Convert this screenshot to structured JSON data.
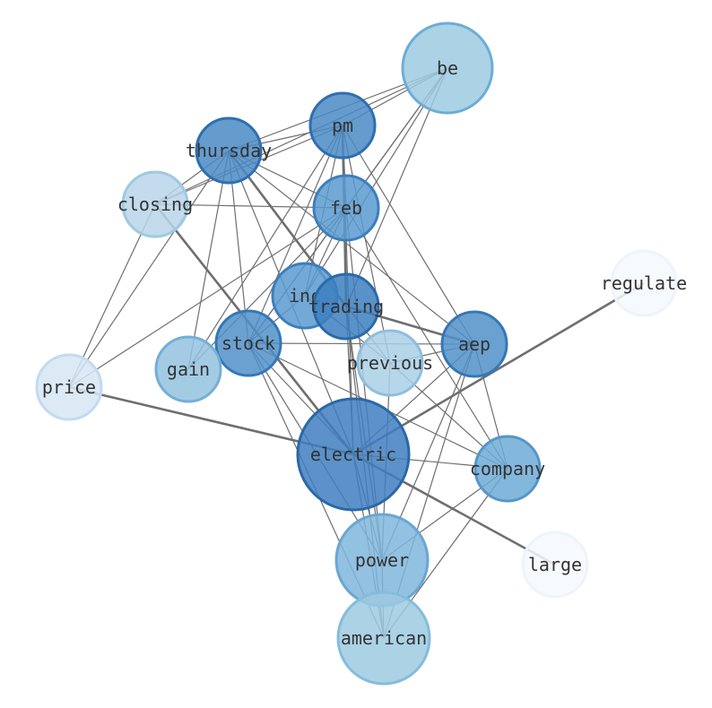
{
  "nodes": [
    {
      "id": "be",
      "label": "be",
      "color": "#9ecae1",
      "border": "#6baed6"
    },
    {
      "id": "pm",
      "label": "pm",
      "color": "#4a89c4",
      "border": "#2f6fb0"
    },
    {
      "id": "thursday",
      "label": "thursday",
      "color": "#4a89c4",
      "border": "#2f6fb0"
    },
    {
      "id": "closing",
      "label": "closing",
      "color": "#b8d5e9",
      "border": "#9ecae1"
    },
    {
      "id": "feb",
      "label": "feb",
      "color": "#5a9ad0",
      "border": "#3d7fbd"
    },
    {
      "id": "regulate",
      "label": "regulate",
      "color": "#f4f8fd",
      "border": "#eef4fb"
    },
    {
      "id": "inc",
      "label": "inc",
      "color": "#5a9ad0",
      "border": "#3d7fbd"
    },
    {
      "id": "trading",
      "label": "trading",
      "color": "#3c7fc0",
      "border": "#2a6aa8"
    },
    {
      "id": "stock",
      "label": "stock",
      "color": "#5090c9",
      "border": "#3578b6"
    },
    {
      "id": "aep",
      "label": "aep",
      "color": "#5090c9",
      "border": "#3578b6"
    },
    {
      "id": "gain",
      "label": "gain",
      "color": "#93c2df",
      "border": "#74afd6"
    },
    {
      "id": "previous",
      "label": "previous",
      "color": "#a9cfe6",
      "border": "#90bedd"
    },
    {
      "id": "price",
      "label": "price",
      "color": "#d6e6f5",
      "border": "#c4daef"
    },
    {
      "id": "electric",
      "label": "electric",
      "color": "#3f7fbf",
      "border": "#2b68a8"
    },
    {
      "id": "company",
      "label": "company",
      "color": "#6eaad6",
      "border": "#5597c9"
    },
    {
      "id": "power",
      "label": "power",
      "color": "#7fb6dc",
      "border": "#6aa6d2"
    },
    {
      "id": "large",
      "label": "large",
      "color": "#f4f8fd",
      "border": "#eef4fb"
    },
    {
      "id": "american",
      "label": "american",
      "color": "#9ecae1",
      "border": "#86bcdc"
    }
  ],
  "edges": [
    [
      "be",
      "pm"
    ],
    [
      "be",
      "thursday"
    ],
    [
      "be",
      "closing"
    ],
    [
      "be",
      "feb"
    ],
    [
      "be",
      "inc"
    ],
    [
      "be",
      "trading"
    ],
    [
      "be",
      "stock"
    ],
    [
      "pm",
      "thursday"
    ],
    [
      "pm",
      "closing"
    ],
    [
      "pm",
      "feb"
    ],
    [
      "pm",
      "inc"
    ],
    [
      "pm",
      "trading"
    ],
    [
      "pm",
      "stock"
    ],
    [
      "pm",
      "aep"
    ],
    [
      "pm",
      "gain"
    ],
    [
      "pm",
      "previous"
    ],
    [
      "pm",
      "electric"
    ],
    [
      "thursday",
      "closing"
    ],
    [
      "thursday",
      "feb"
    ],
    [
      "thursday",
      "trading"
    ],
    [
      "thursday",
      "stock"
    ],
    [
      "thursday",
      "gain"
    ],
    [
      "thursday",
      "previous"
    ],
    [
      "thursday",
      "electric"
    ],
    [
      "thursday",
      "aep"
    ],
    [
      "thursday",
      "price"
    ],
    [
      "closing",
      "feb"
    ],
    [
      "closing",
      "electric"
    ],
    [
      "closing",
      "price"
    ],
    [
      "feb",
      "inc"
    ],
    [
      "feb",
      "stock"
    ],
    [
      "feb",
      "gain"
    ],
    [
      "feb",
      "price"
    ],
    [
      "feb",
      "company"
    ],
    [
      "feb",
      "power"
    ],
    [
      "trading",
      "aep"
    ],
    [
      "trading",
      "electric"
    ],
    [
      "trading",
      "american"
    ],
    [
      "trading",
      "power"
    ],
    [
      "inc",
      "previous"
    ],
    [
      "inc",
      "stock"
    ],
    [
      "stock",
      "aep"
    ],
    [
      "stock",
      "power"
    ],
    [
      "stock",
      "company"
    ],
    [
      "stock",
      "american"
    ],
    [
      "stock",
      "electric"
    ],
    [
      "aep",
      "company"
    ],
    [
      "aep",
      "power"
    ],
    [
      "aep",
      "american"
    ],
    [
      "aep",
      "electric"
    ],
    [
      "aep",
      "previous"
    ],
    [
      "previous",
      "power"
    ],
    [
      "previous",
      "company"
    ],
    [
      "price",
      "electric"
    ],
    [
      "electric",
      "regulate"
    ],
    [
      "electric",
      "large"
    ],
    [
      "electric",
      "company"
    ],
    [
      "electric",
      "power"
    ],
    [
      "electric",
      "american"
    ],
    [
      "company",
      "power"
    ],
    [
      "company",
      "american"
    ],
    [
      "power",
      "american"
    ]
  ],
  "heavy_edges": [
    [
      "price",
      "electric"
    ],
    [
      "electric",
      "regulate"
    ],
    [
      "electric",
      "large"
    ],
    [
      "closing",
      "electric"
    ],
    [
      "trading",
      "aep"
    ],
    [
      "thursday",
      "trading"
    ],
    [
      "pm",
      "trading"
    ]
  ]
}
